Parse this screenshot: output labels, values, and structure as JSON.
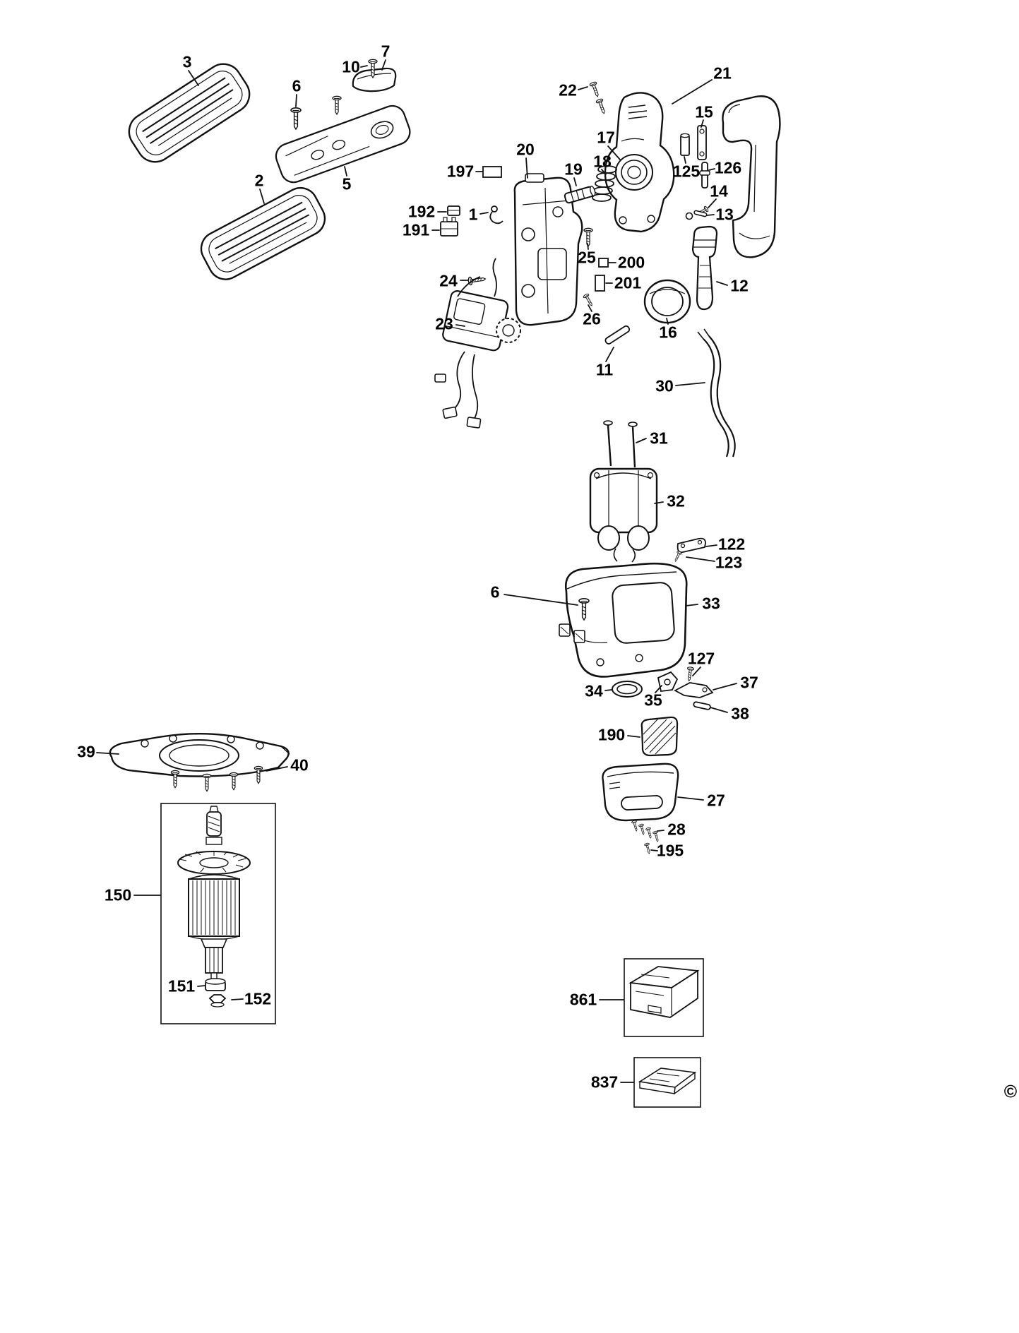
{
  "diagram": {
    "copyright": "©",
    "part_labels": {
      "l1": "1",
      "l2": "2",
      "l3": "3",
      "l5": "5",
      "l6a": "6",
      "l6b": "6",
      "l7": "7",
      "l10": "10",
      "l11": "11",
      "l12": "12",
      "l13": "13",
      "l14": "14",
      "l15": "15",
      "l16": "16",
      "l17": "17",
      "l18": "18",
      "l19": "19",
      "l20": "20",
      "l21": "21",
      "l22": "22",
      "l23": "23",
      "l24": "24",
      "l25": "25",
      "l26": "26",
      "l27": "27",
      "l28": "28",
      "l30": "30",
      "l31": "31",
      "l32": "32",
      "l33": "33",
      "l34": "34",
      "l35": "35",
      "l37": "37",
      "l38": "38",
      "l39": "39",
      "l40": "40",
      "l122": "122",
      "l123": "123",
      "l125": "125",
      "l126": "126",
      "l127": "127",
      "l150": "150",
      "l151": "151",
      "l152": "152",
      "l190": "190",
      "l191": "191",
      "l192": "192",
      "l195": "195",
      "l197": "197",
      "l200": "200",
      "l201": "201",
      "l837": "837",
      "l861": "861"
    }
  }
}
